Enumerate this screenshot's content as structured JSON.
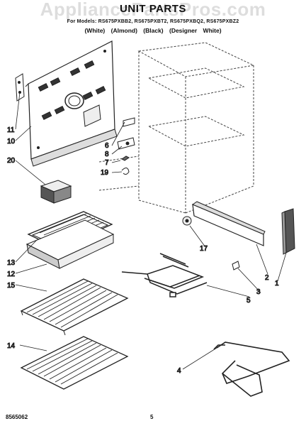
{
  "header": {
    "watermark": "AppliancePartsPros.com",
    "title": "UNIT PARTS",
    "models": "For Models: RS675PXBB2, RS675PXBT2, RS675PXBQ2, RS675PXBZ2",
    "colors": "(White) (Almond) (Black) (Designer White)"
  },
  "callouts": [
    "11",
    "10",
    "6",
    "8",
    "7",
    "19",
    "20",
    "13",
    "12",
    "17",
    "15",
    "2",
    "5",
    "3",
    "1",
    "14",
    "4"
  ],
  "footer": {
    "doc_number": "8565062",
    "page_number": "5"
  }
}
